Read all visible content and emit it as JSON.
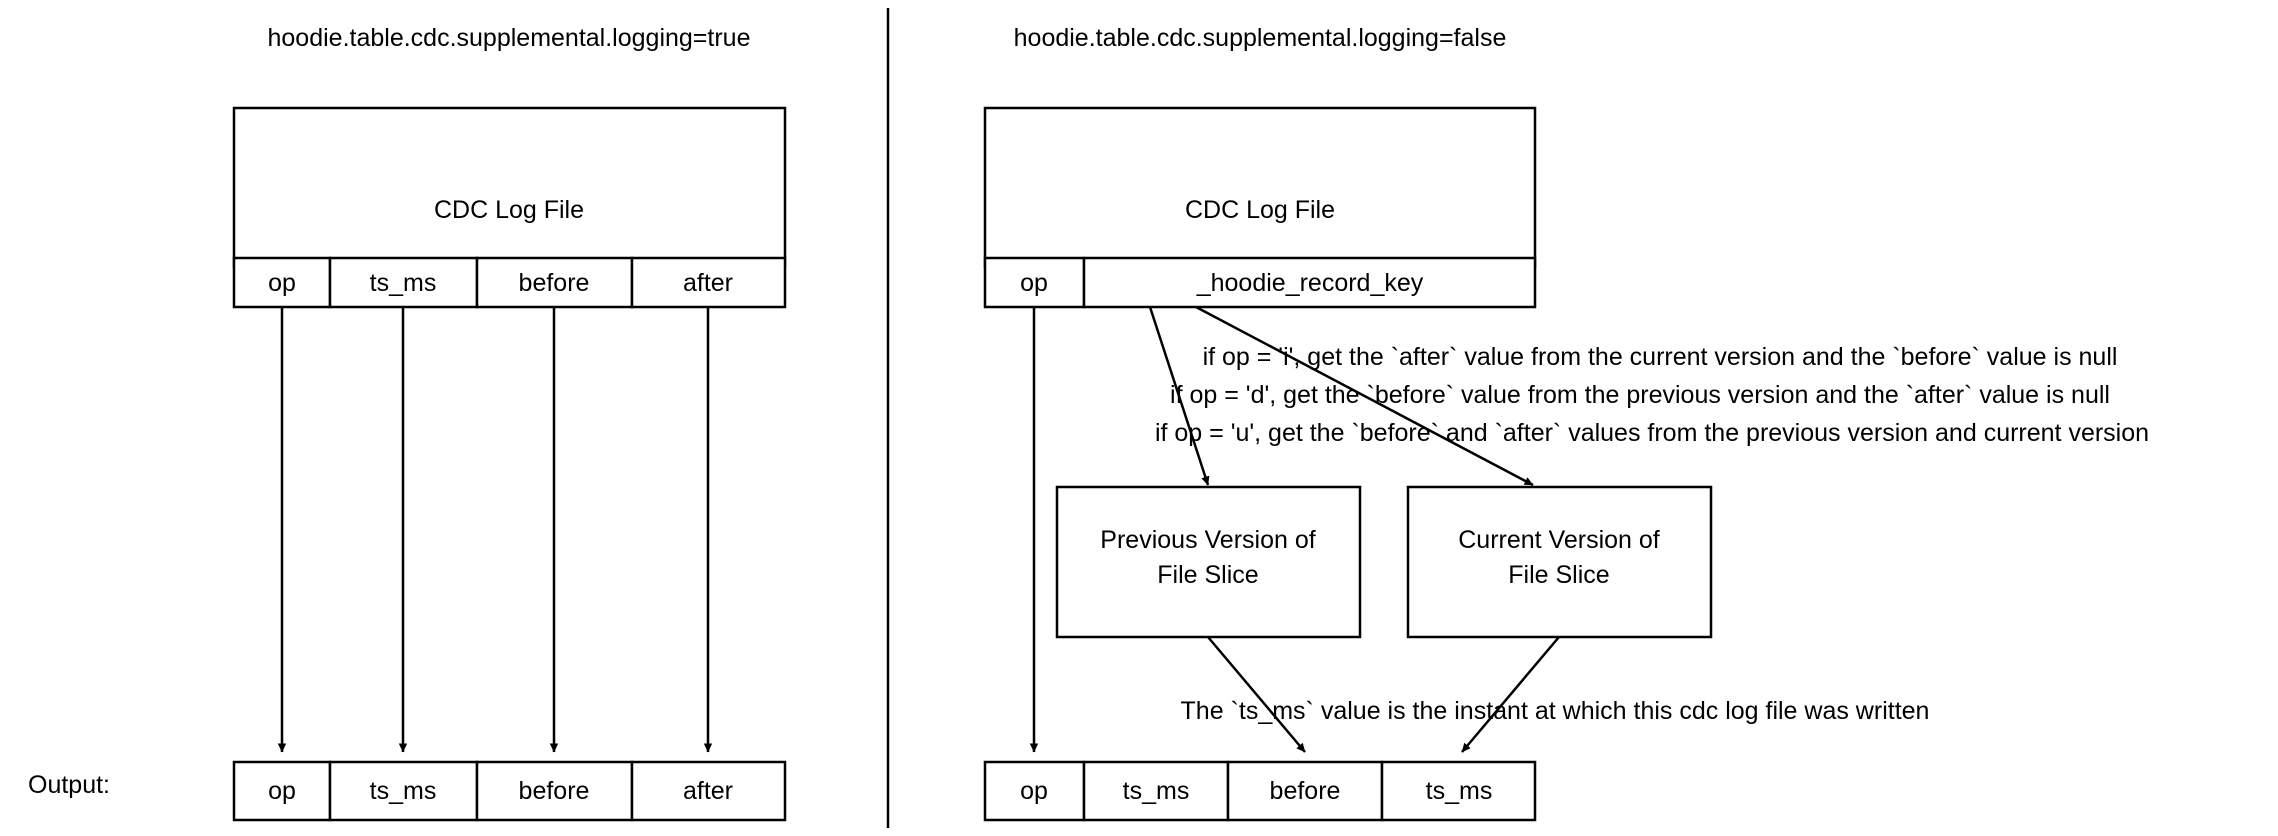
{
  "diagram": {
    "title_left": "hoodie.table.cdc.supplemental.logging=true",
    "title_right": "hoodie.table.cdc.supplemental.logging=false",
    "output_label": "Output:",
    "left_panel": {
      "log_file_box": {
        "label": "CDC Log File",
        "columns": [
          "op",
          "ts_ms",
          "before",
          "after"
        ]
      },
      "output_row": {
        "columns": [
          "op",
          "ts_ms",
          "before",
          "after"
        ]
      }
    },
    "right_panel": {
      "log_file_box": {
        "label": "CDC Log File",
        "columns": [
          "op",
          "_hoodie_record_key"
        ]
      },
      "notes": [
        "if op = 'i', get the `after` value from the current version and the `before` value is null",
        "if op = 'd', get the `before` value from the previous version  and the `after` value is null",
        "if op = 'u', get the `before` and `after` values from the previous version and current version"
      ],
      "version_boxes": [
        {
          "line1": "Previous Version of",
          "line2": "File Slice"
        },
        {
          "line1": "Current Version of",
          "line2": "File Slice"
        }
      ],
      "ts_note": "The `ts_ms` value is the instant at which this cdc log file was written",
      "output_row": {
        "columns": [
          "op",
          "ts_ms",
          "before",
          "ts_ms"
        ]
      }
    },
    "colors": {
      "background": "#ffffff",
      "stroke": "#000000",
      "text": "#000000"
    }
  }
}
